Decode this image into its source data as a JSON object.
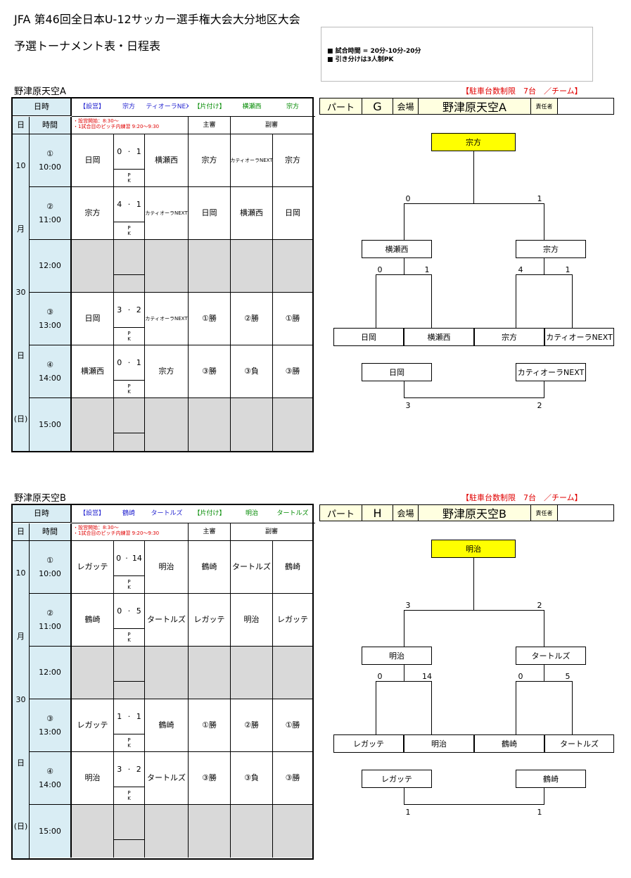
{
  "page": {
    "title": "JFA 第46回全日本U-12サッカー選手権大会大分地区大会",
    "subtitle": "予選トーナメント表・日程表",
    "notes": [
      "■ 試合時間 = 20分-10分-20分",
      "■ 引き分けは3人制PK"
    ]
  },
  "sections": [
    {
      "venue": "野津原天空A",
      "parking": "【駐車台数制限　7台　／チーム】",
      "header": {
        "datetime": "日時",
        "setup_label": "【設営】",
        "setup_team1": "宗方",
        "setup_team2": "カティオーラNEXT",
        "cleanup_label": "【片付け】",
        "cleanup_team1": "横瀬西",
        "cleanup_team2": "宗方",
        "day": "日",
        "time": "時間",
        "note1": "・設営開始：8:30～",
        "note2": "・1試合目のピッチ内練習 9:20～9:30",
        "referee_main": "主審",
        "referee_sub": "副審"
      },
      "date_chars": [
        "10",
        "月",
        "30",
        "日",
        "(日)"
      ],
      "rows": [
        {
          "num": "①",
          "time": "10:00",
          "team1": "日岡",
          "s1": "0",
          "s2": "1",
          "pk": "P K",
          "team2": "横瀬西",
          "ref1": "宗方",
          "ref2": "カティオーラNEXT",
          "ref3": "宗方"
        },
        {
          "num": "②",
          "time": "11:00",
          "team1": "宗方",
          "s1": "4",
          "s2": "1",
          "pk": "P K",
          "team2": "カティオーラNEXT",
          "ref1": "日岡",
          "ref2": "横瀬西",
          "ref3": "日岡"
        },
        {
          "num": "",
          "time": "12:00",
          "team1": "",
          "s1": "",
          "s2": "",
          "pk": "",
          "team2": "",
          "ref1": "",
          "ref2": "",
          "ref3": ""
        },
        {
          "num": "③",
          "time": "13:00",
          "team1": "日岡",
          "s1": "3",
          "s2": "2",
          "pk": "P K",
          "team2": "カティオーラNEXT",
          "ref1": "①勝",
          "ref2": "②勝",
          "ref3": "①勝"
        },
        {
          "num": "④",
          "time": "14:00",
          "team1": "横瀬西",
          "s1": "0",
          "s2": "1",
          "pk": "P K",
          "team2": "宗方",
          "ref1": "③勝",
          "ref2": "③負",
          "ref3": "③勝"
        },
        {
          "num": "",
          "time": "15:00",
          "team1": "",
          "s1": "",
          "s2": "",
          "pk": "",
          "team2": "",
          "ref1": "",
          "ref2": "",
          "ref3": ""
        }
      ],
      "part": {
        "label": "パート",
        "letter": "G",
        "venue_label": "会場",
        "venue": "野津原天空A",
        "manager": "責任者"
      },
      "bracket": {
        "champion": "宗方",
        "final_scores": [
          "0",
          "1"
        ],
        "semi_left": "横瀬西",
        "semi_right": "宗方",
        "semi_left_scores": [
          "0",
          "1"
        ],
        "semi_right_scores": [
          "4",
          "1"
        ],
        "teams": [
          "日岡",
          "横瀬西",
          "宗方",
          "カティオーラNEXT"
        ],
        "third_left": "日岡",
        "third_right": "カティオーラNEXT",
        "third_scores": [
          "3",
          "2"
        ]
      }
    },
    {
      "venue": "野津原天空B",
      "parking": "【駐車台数制限　7台　／チーム】",
      "header": {
        "datetime": "日時",
        "setup_label": "【設営】",
        "setup_team1": "鶴崎",
        "setup_team2": "タートルズ",
        "cleanup_label": "【片付け】",
        "cleanup_team1": "明治",
        "cleanup_team2": "タートルズ",
        "day": "日",
        "time": "時間",
        "note1": "・設営開始：8:30～",
        "note2": "・1試合目のピッチ内練習 9:20～9:30",
        "referee_main": "主審",
        "referee_sub": "副審"
      },
      "date_chars": [
        "10",
        "月",
        "30",
        "日",
        "(日)"
      ],
      "rows": [
        {
          "num": "①",
          "time": "10:00",
          "team1": "レガッテ",
          "s1": "0",
          "s2": "14",
          "pk": "P K",
          "team2": "明治",
          "ref1": "鶴崎",
          "ref2": "タートルズ",
          "ref3": "鶴崎"
        },
        {
          "num": "②",
          "time": "11:00",
          "team1": "鶴崎",
          "s1": "0",
          "s2": "5",
          "pk": "P K",
          "team2": "タートルズ",
          "ref1": "レガッテ",
          "ref2": "明治",
          "ref3": "レガッテ"
        },
        {
          "num": "",
          "time": "12:00",
          "team1": "",
          "s1": "",
          "s2": "",
          "pk": "",
          "team2": "",
          "ref1": "",
          "ref2": "",
          "ref3": ""
        },
        {
          "num": "③",
          "time": "13:00",
          "team1": "レガッテ",
          "s1": "1",
          "s2": "1",
          "pk": "P K",
          "team2": "鶴崎",
          "ref1": "①勝",
          "ref2": "②勝",
          "ref3": "①勝"
        },
        {
          "num": "④",
          "time": "14:00",
          "team1": "明治",
          "s1": "3",
          "s2": "2",
          "pk": "P K",
          "team2": "タートルズ",
          "ref1": "③勝",
          "ref2": "③負",
          "ref3": "③勝"
        },
        {
          "num": "",
          "time": "15:00",
          "team1": "",
          "s1": "",
          "s2": "",
          "pk": "",
          "team2": "",
          "ref1": "",
          "ref2": "",
          "ref3": ""
        }
      ],
      "part": {
        "label": "パート",
        "letter": "H",
        "venue_label": "会場",
        "venue": "野津原天空B",
        "manager": "責任者"
      },
      "bracket": {
        "champion": "明治",
        "final_scores": [
          "3",
          "2"
        ],
        "semi_left": "明治",
        "semi_right": "タートルズ",
        "semi_left_scores": [
          "0",
          "14"
        ],
        "semi_right_scores": [
          "0",
          "5"
        ],
        "teams": [
          "レガッテ",
          "明治",
          "鶴崎",
          "タートルズ"
        ],
        "third_left": "レガッテ",
        "third_right": "鶴崎",
        "third_scores": [
          "1",
          "1"
        ]
      }
    }
  ]
}
